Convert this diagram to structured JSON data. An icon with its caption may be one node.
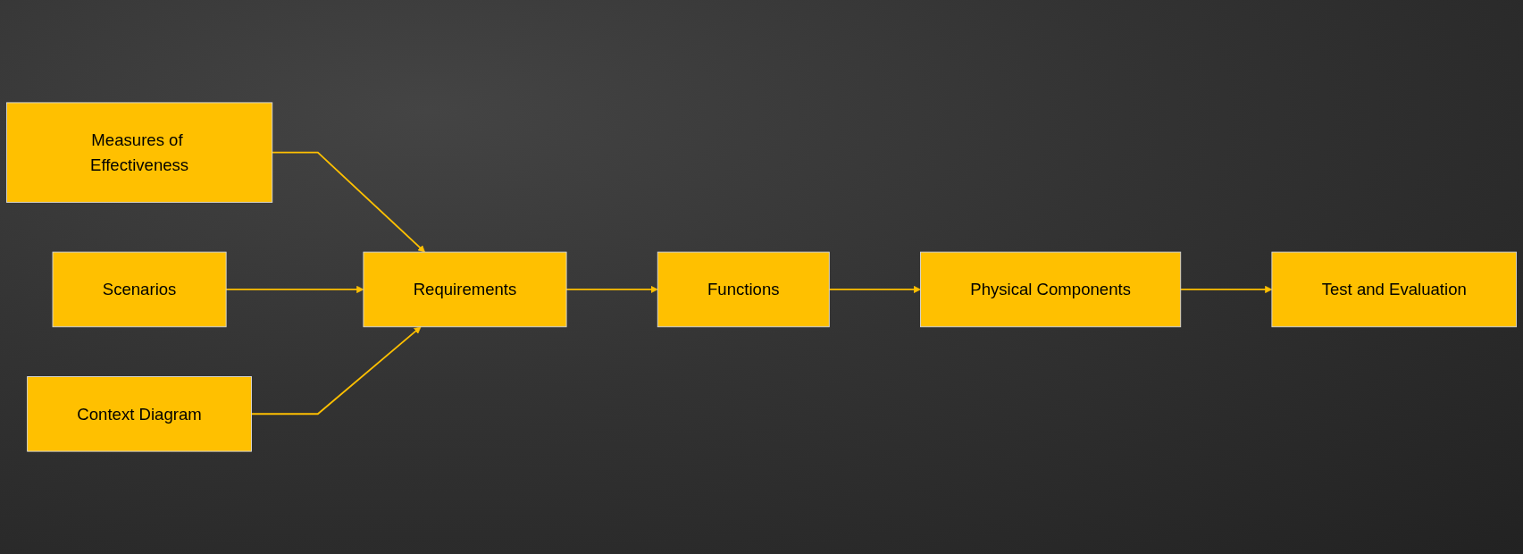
{
  "diagram": {
    "nodes": [
      {
        "text": [
          "Measures of Effectiveness"
        ]
      },
      {
        "text": [
          "Scenarios"
        ]
      },
      {
        "text": [
          "Context Diagram"
        ]
      },
      {
        "text": [
          "Requirements"
        ]
      },
      {
        "text": [
          "Functions"
        ]
      },
      {
        "text": [
          "Physical Components"
        ]
      },
      {
        "text": [
          "Test and Evaluation"
        ]
      }
    ],
    "edges": [
      {
        "from": 0,
        "to": 3,
        "arrow": "to"
      },
      {
        "from": 1,
        "to": 3,
        "arrow": "to"
      },
      {
        "from": 2,
        "to": 3,
        "arrow": "to"
      },
      {
        "from": 3,
        "to": 4,
        "arrow": "to"
      },
      {
        "from": 4,
        "to": 5,
        "arrow": "to"
      },
      {
        "from": 5,
        "to": 6,
        "arrow": "to"
      }
    ]
  }
}
